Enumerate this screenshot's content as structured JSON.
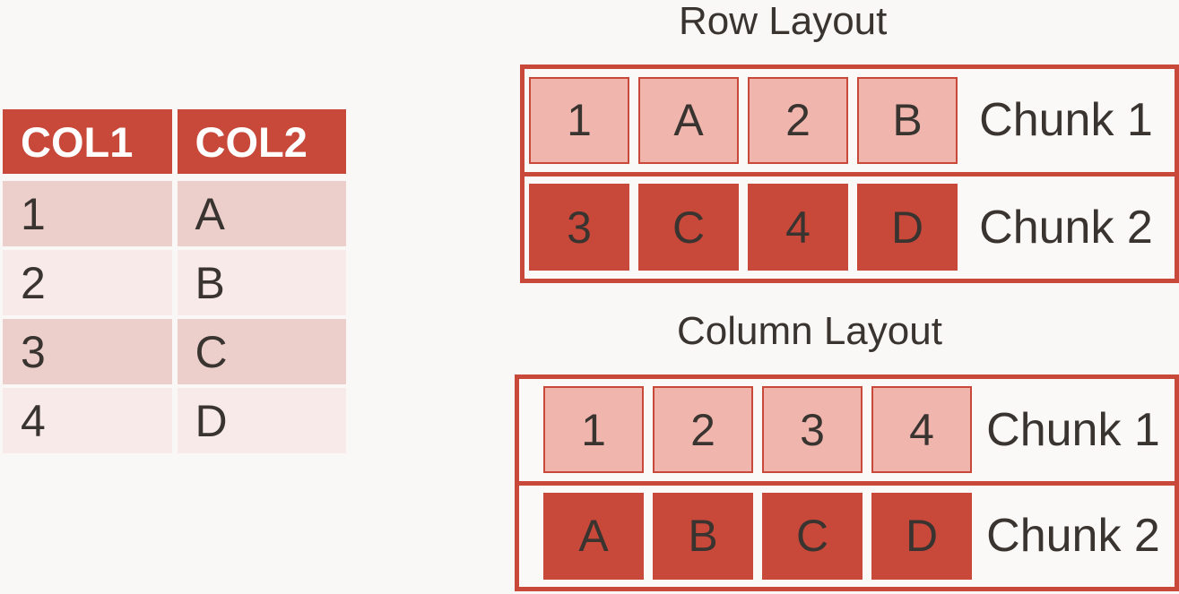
{
  "source_table": {
    "headers": [
      "COL1",
      "COL2"
    ],
    "rows": [
      [
        "1",
        "A"
      ],
      [
        "2",
        "B"
      ],
      [
        "3",
        "C"
      ],
      [
        "4",
        "D"
      ]
    ]
  },
  "row_layout": {
    "title": "Row Layout",
    "chunks": [
      {
        "label": "Chunk 1",
        "cells": [
          "1",
          "A",
          "2",
          "B"
        ],
        "style": "light"
      },
      {
        "label": "Chunk 2",
        "cells": [
          "3",
          "C",
          "4",
          "D"
        ],
        "style": "dark"
      }
    ]
  },
  "column_layout": {
    "title": "Column Layout",
    "chunks": [
      {
        "label": "Chunk 1",
        "cells": [
          "1",
          "2",
          "3",
          "4"
        ],
        "style": "light"
      },
      {
        "label": "Chunk 2",
        "cells": [
          "A",
          "B",
          "C",
          "D"
        ],
        "style": "dark"
      }
    ]
  },
  "colors": {
    "accent_red": "#C8483A",
    "light_pink_cell": "#F0B6AE",
    "table_row_odd": "#ECCFCB",
    "table_row_even": "#F7EAE8",
    "background": "#FAF8F6",
    "text_dark": "#3A3431",
    "header_text": "#FFFFFF"
  }
}
